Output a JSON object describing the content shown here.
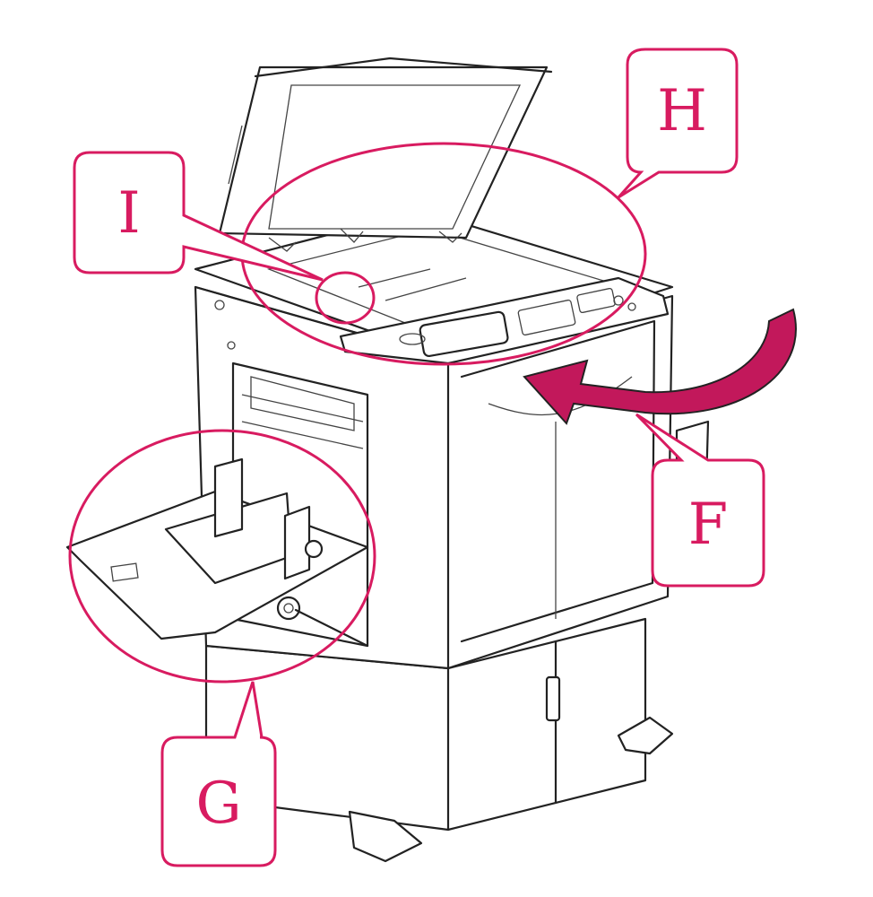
{
  "diagram": {
    "subject": "printer",
    "callouts": [
      {
        "id": "F",
        "label": "F",
        "target": "paper-receiving-side"
      },
      {
        "id": "G",
        "label": "G",
        "target": "paper-feed-tray"
      },
      {
        "id": "H",
        "label": "H",
        "target": "scanner-glass"
      },
      {
        "id": "I",
        "label": "I",
        "target": "scanner-glass-detail"
      }
    ],
    "colors": {
      "accent": "#d81b60",
      "arrow": "#c2185b",
      "line": "#222222",
      "background": "#ffffff"
    }
  }
}
